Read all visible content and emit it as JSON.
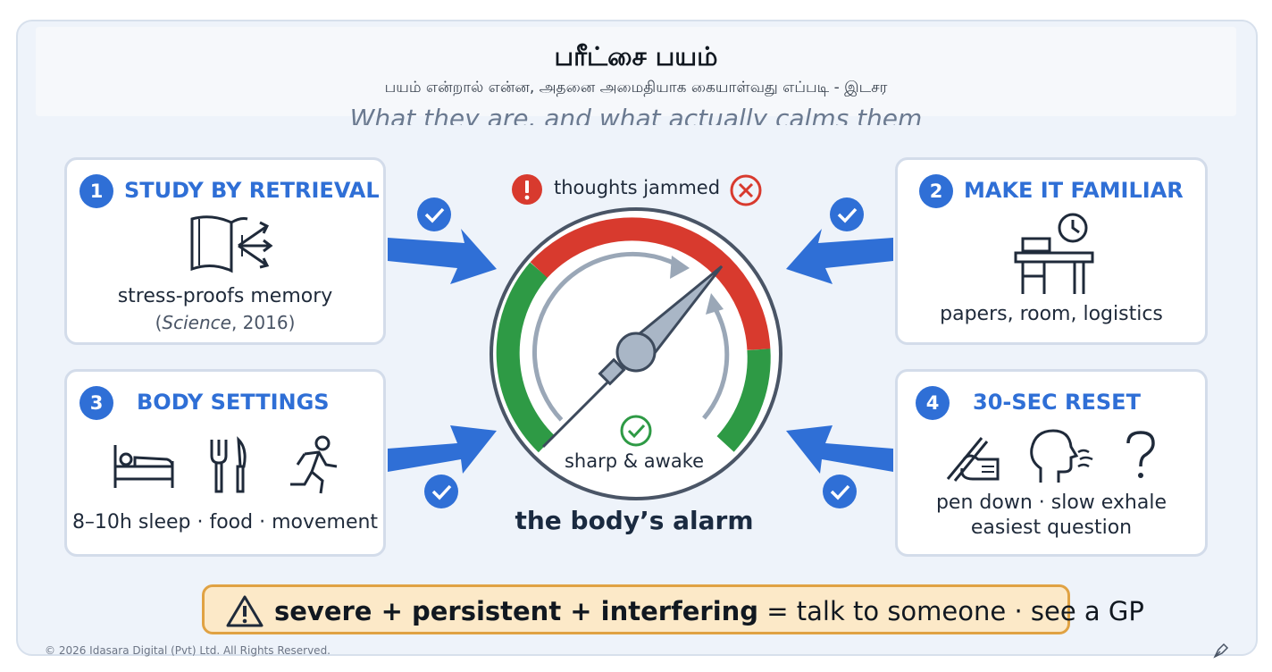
{
  "header": {
    "title": "பரீட்சை பயம்",
    "subtitle": "பயம் என்றால் என்ன, அதனை அமைதியாக கையாள்வது எப்படி - இடசர",
    "tagline": "What they are, and what actually calms them"
  },
  "cards": [
    {
      "number": "1",
      "title": "STUDY BY RETRIEVAL",
      "text": "stress-proofs memory",
      "citation_open": "(",
      "citation_source": "Science",
      "citation_rest": ", 2016)",
      "icon": "open-book-arrows-icon"
    },
    {
      "number": "2",
      "title": "MAKE IT FAMILIAR",
      "text": "papers, room, logistics",
      "icon": "desk-clock-icon"
    },
    {
      "number": "3",
      "title": "BODY SETTINGS",
      "text": "8–10h sleep · food · movement",
      "icons": [
        "bed-icon",
        "fork-knife-icon",
        "running-person-icon"
      ]
    },
    {
      "number": "4",
      "title": "30-SEC RESET",
      "text_line1": "pen down · slow exhale",
      "text_line2": "easiest question",
      "icons": [
        "hand-pen-icon",
        "head-exhale-icon",
        "question-mark-icon"
      ]
    }
  ],
  "gauge": {
    "status_bad": "thoughts jammed",
    "status_good": "sharp & awake",
    "caption": "the body’s alarm",
    "needle_level": 0.8
  },
  "warning": {
    "bold_text": "severe + persistent + interfering",
    "rest_text": " = talk to someone · see a GP"
  },
  "footer": {
    "copyright": "© 2026 Idasara Digital (Pvt) Ltd. All Rights Reserved."
  },
  "colors": {
    "accent_blue": "#2f6fd6",
    "gauge_red": "#d83a2e",
    "gauge_green": "#2e9a45",
    "warning_fill": "#fce9c8",
    "warning_border": "#e0a243"
  }
}
